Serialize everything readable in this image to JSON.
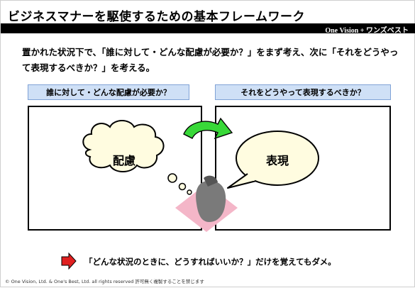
{
  "slide": {
    "title": "ビジネスマナーを駆使するための基本フレームワーク",
    "brand": "One Vision + ワンズベスト",
    "lead": "置かれた状況下で、「誰に対して・どんな配慮が必要か？」をまず考え、次に「それをどうやって表現するべきか？」を考える。",
    "left_label": "誰に対して・どんな配慮が必要か？",
    "right_label": "それをどうやって表現するべきか？",
    "left_bubble": "配慮",
    "right_bubble": "表現",
    "bottom_message": "「どんな状況のときに、どうすればいいか？」だけを覚えてもダメ。",
    "footer": "© One Vision, Ltd. & One's Best, Ltd. all rights reserved  許可無く複製することを禁じます"
  },
  "colors": {
    "label_fill": "#cfe0f6",
    "arrow_green": "#38d838",
    "floor_pink": "#f4b6c8",
    "pointer_red": "#e02020"
  },
  "icons": [
    "curved-arrow-icon",
    "thought-cloud-icon",
    "speech-bubble-icon",
    "person-silhouette-icon",
    "red-arrow-icon"
  ]
}
